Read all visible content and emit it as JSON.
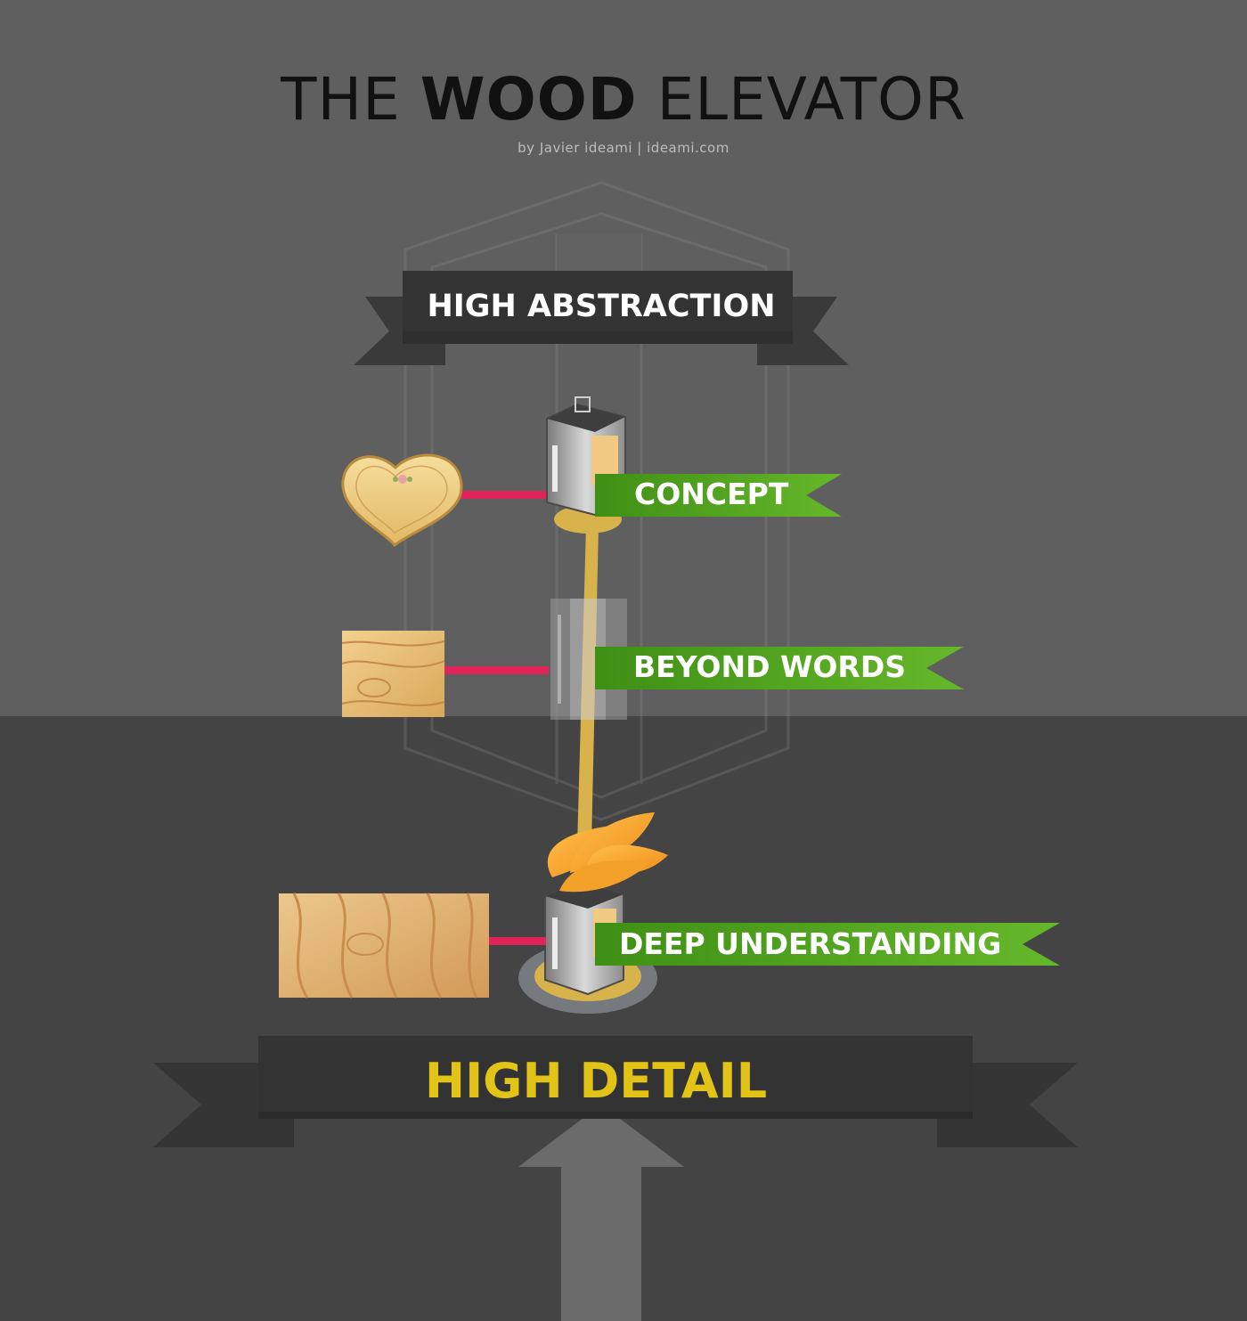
{
  "header": {
    "title_prefix": "THE ",
    "title_bold": "WOOD",
    "title_suffix": " ELEVATOR",
    "byline": "by Javier ideami | ideami.com"
  },
  "top_banner": {
    "label": "HIGH ABSTRACTION"
  },
  "bottom_banner": {
    "label": "HIGH DETAIL"
  },
  "levels": [
    {
      "label": "CONCEPT",
      "wood_icon": "wooden-heart-icon"
    },
    {
      "label": "BEYOND WORDS",
      "wood_icon": "wood-plank-icon"
    },
    {
      "label": "DEEP UNDERSTANDING",
      "wood_icon": "wood-grain-board-icon"
    }
  ],
  "colors": {
    "background_upper": "#5f5f5f",
    "background_lower": "#444444",
    "banner_dark": "#333333",
    "banner_light": "#3c3c3c",
    "detail_text": "#e2c418",
    "level_green": "#4ea31c",
    "connector": "#e0245a",
    "cable": "#d8b24a"
  }
}
